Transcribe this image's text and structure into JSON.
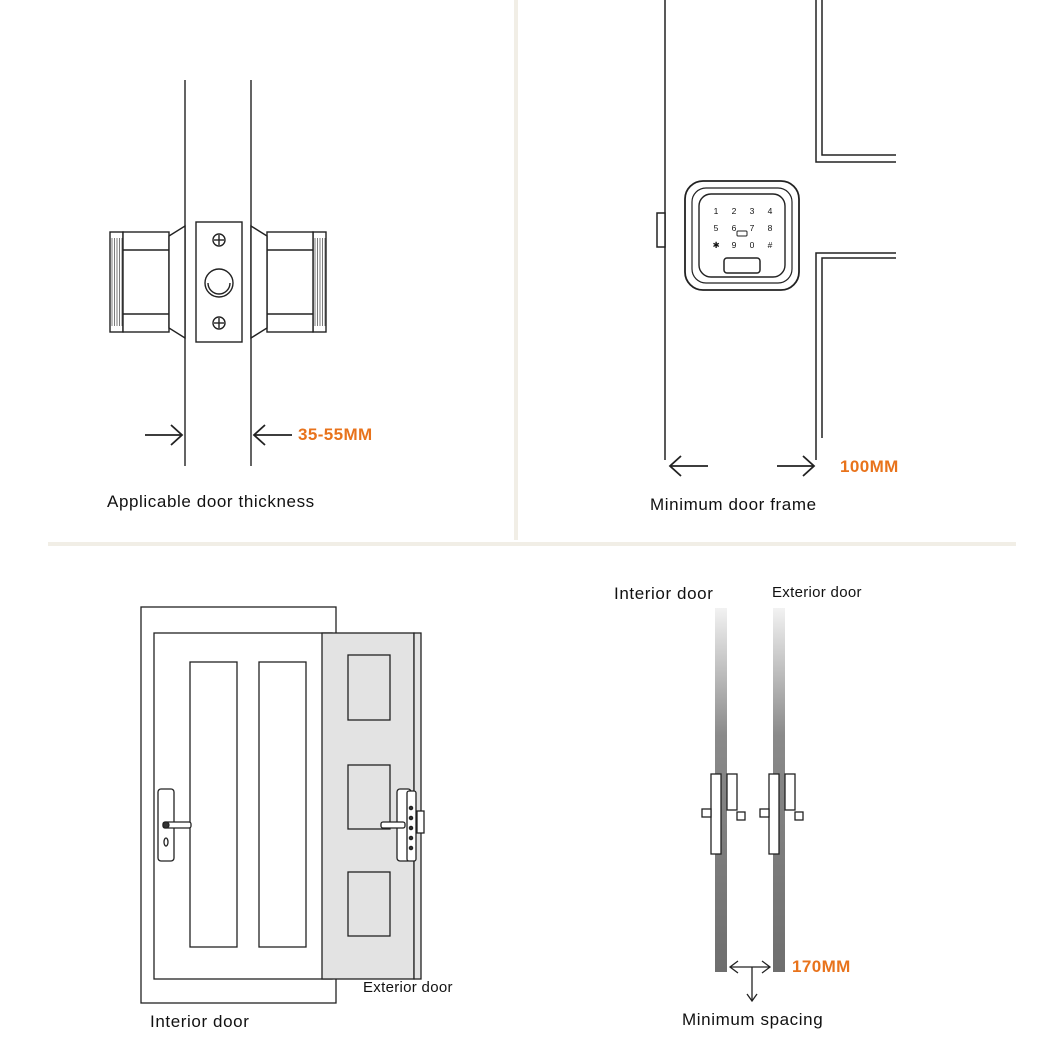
{
  "panels": {
    "thickness": {
      "caption": "Applicable door thickness",
      "measure": "35-55MM"
    },
    "frame": {
      "caption": "Minimum door frame",
      "measure": "100MM",
      "keypad_keys": [
        "1",
        "2",
        "3",
        "4",
        "5",
        "6",
        "7",
        "8",
        "✱",
        "9",
        "0",
        "#"
      ]
    },
    "doors": {
      "caption_interior": "Interior door",
      "caption_exterior": "Exterior door"
    },
    "spacing": {
      "label_interior": "Interior door",
      "label_exterior": "Exterior door",
      "measure": "170MM",
      "caption": "Minimum spacing"
    }
  },
  "colors": {
    "line": "#222222",
    "accent": "#e8731c",
    "divider": "#f1eee6",
    "exterior_fill": "#e3e3e3"
  }
}
